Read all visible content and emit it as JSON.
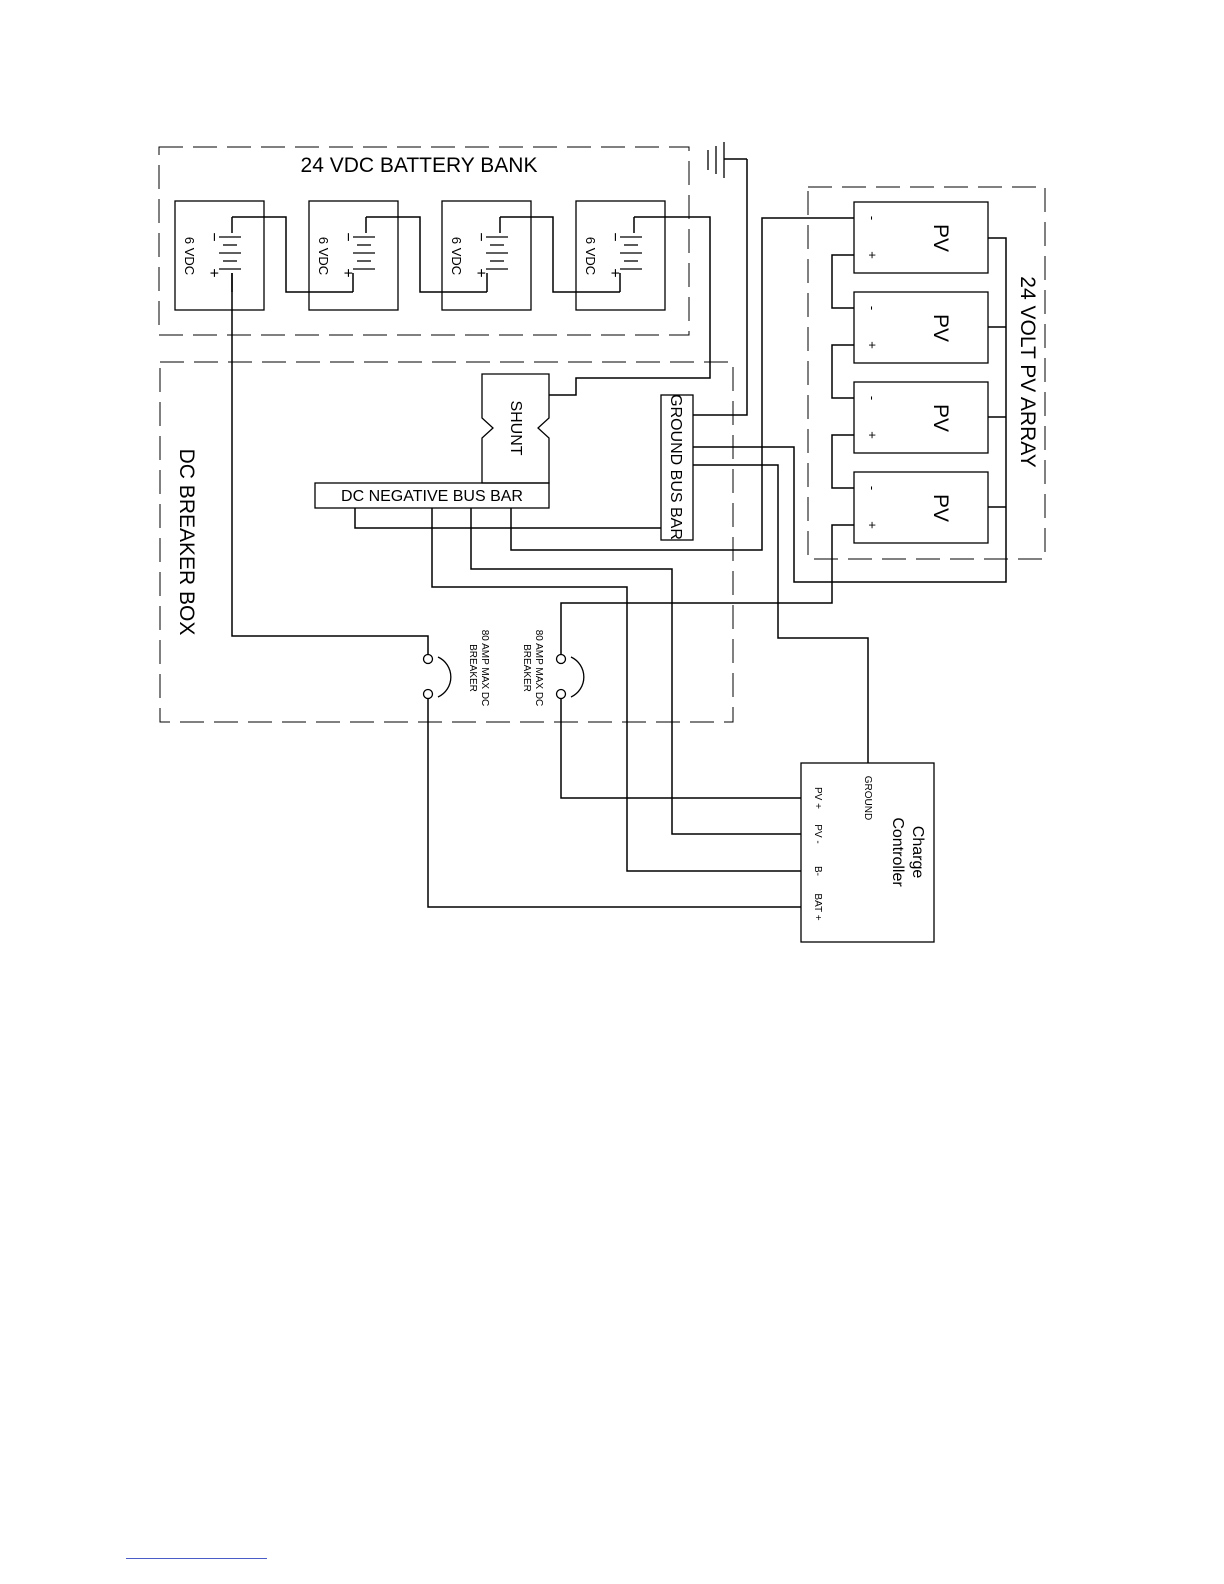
{
  "battery_bank": {
    "title": "24 VDC BATTERY BANK",
    "batteries": [
      {
        "label": "6 VDC",
        "neg": "−",
        "pos": "+"
      },
      {
        "label": "6 VDC",
        "neg": "−",
        "pos": "+"
      },
      {
        "label": "6 VDC",
        "neg": "−",
        "pos": "+"
      },
      {
        "label": "6 VDC",
        "neg": "−",
        "pos": "+"
      }
    ]
  },
  "pv_array": {
    "title": "24 VOLT PV ARRAY",
    "panels": [
      {
        "label": "PV",
        "neg": "-",
        "pos": "+"
      },
      {
        "label": "PV",
        "neg": "-",
        "pos": "+"
      },
      {
        "label": "PV",
        "neg": "-",
        "pos": "+"
      },
      {
        "label": "PV",
        "neg": "-",
        "pos": "+"
      }
    ]
  },
  "breaker_box": {
    "title": "DC BREAKER BOX",
    "shunt": "SHUNT",
    "neg_bus_bar": "DC NEGATIVE BUS BAR",
    "ground_bus_bar": "GROUND BUS BAR",
    "breakers": [
      {
        "line1": "80 AMP MAX DC",
        "line2": "BREAKER"
      },
      {
        "line1": "80 AMP MAX DC",
        "line2": "BREAKER"
      }
    ]
  },
  "charge_controller": {
    "title_line1": "Charge",
    "title_line2": "Controller",
    "terminals": [
      "GROUND",
      "PV +",
      "PV -",
      "B-",
      "BAT +"
    ]
  }
}
